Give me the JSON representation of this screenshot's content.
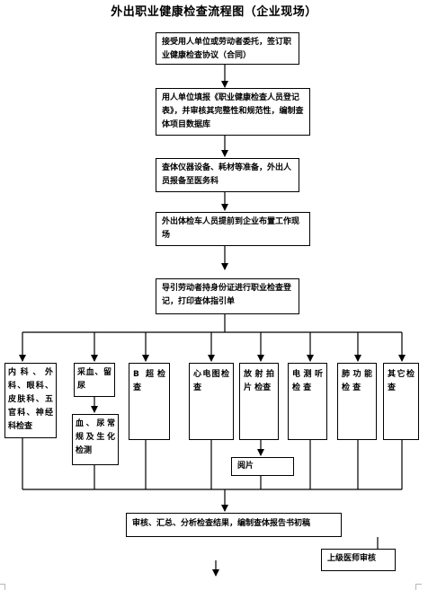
{
  "title": "外出职业健康检查流程图（企业现场）",
  "steps": {
    "step1": "接受用人单位或劳动者委托，签订职业健康检查协议（合同）",
    "step2": "用人单位填报《职业健康检查人员登记表》，并审核其完整性和规范性，编制查体项目数据库",
    "step3": "查体仪器设备、耗材等准备，外出人员报备至医务科",
    "step4": "外出体检车人员提前到企业布置工作现场",
    "step5": "导引劳动者持身份证进行职业检查登记，打印查体指引单",
    "step6": "审核、汇总、分析检查结果，编制查体报告书初稿",
    "step7": "上级医师审核"
  },
  "departments": [
    "内科、外科、眼科、皮肤科、五官科、神经科检查",
    "采血、留尿",
    "B 超检查",
    "心电图检查",
    "放 射 拍 片 检查",
    "电 测 听 检 查",
    "肺 功 能 检 查",
    "其它检查"
  ],
  "sub_steps": {
    "lab": "血、尿常规及生化检测",
    "film": "阅片"
  }
}
